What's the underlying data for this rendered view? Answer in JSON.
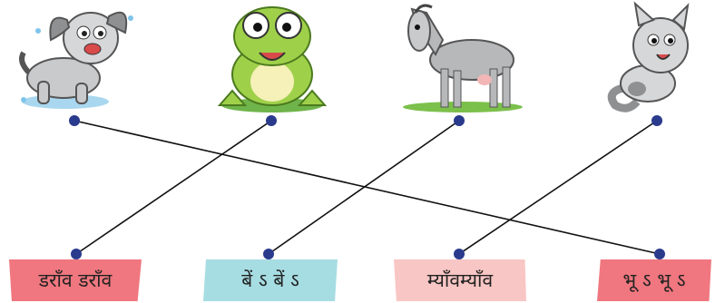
{
  "labels": [
    "डराँव डराँव",
    "बें ऽ बें ऽ",
    "म्याँवम्याँव",
    "भू ऽ भू ऽ"
  ],
  "animals": [
    "dog",
    "frog",
    "goat",
    "cat"
  ],
  "matches": [
    {
      "animal": "dog",
      "label": "भू ऽ भू ऽ"
    },
    {
      "animal": "frog",
      "label": "डराँव डराँव"
    },
    {
      "animal": "goat",
      "label": "बें ऽ बें ऽ"
    },
    {
      "animal": "cat",
      "label": "म्याँवम्याँव"
    }
  ],
  "colors": {
    "line": "#111111",
    "dot": "#2a3a8c",
    "pink": "#f0777f",
    "blue": "#a6dde3",
    "light_pink": "#f8c6c4"
  }
}
